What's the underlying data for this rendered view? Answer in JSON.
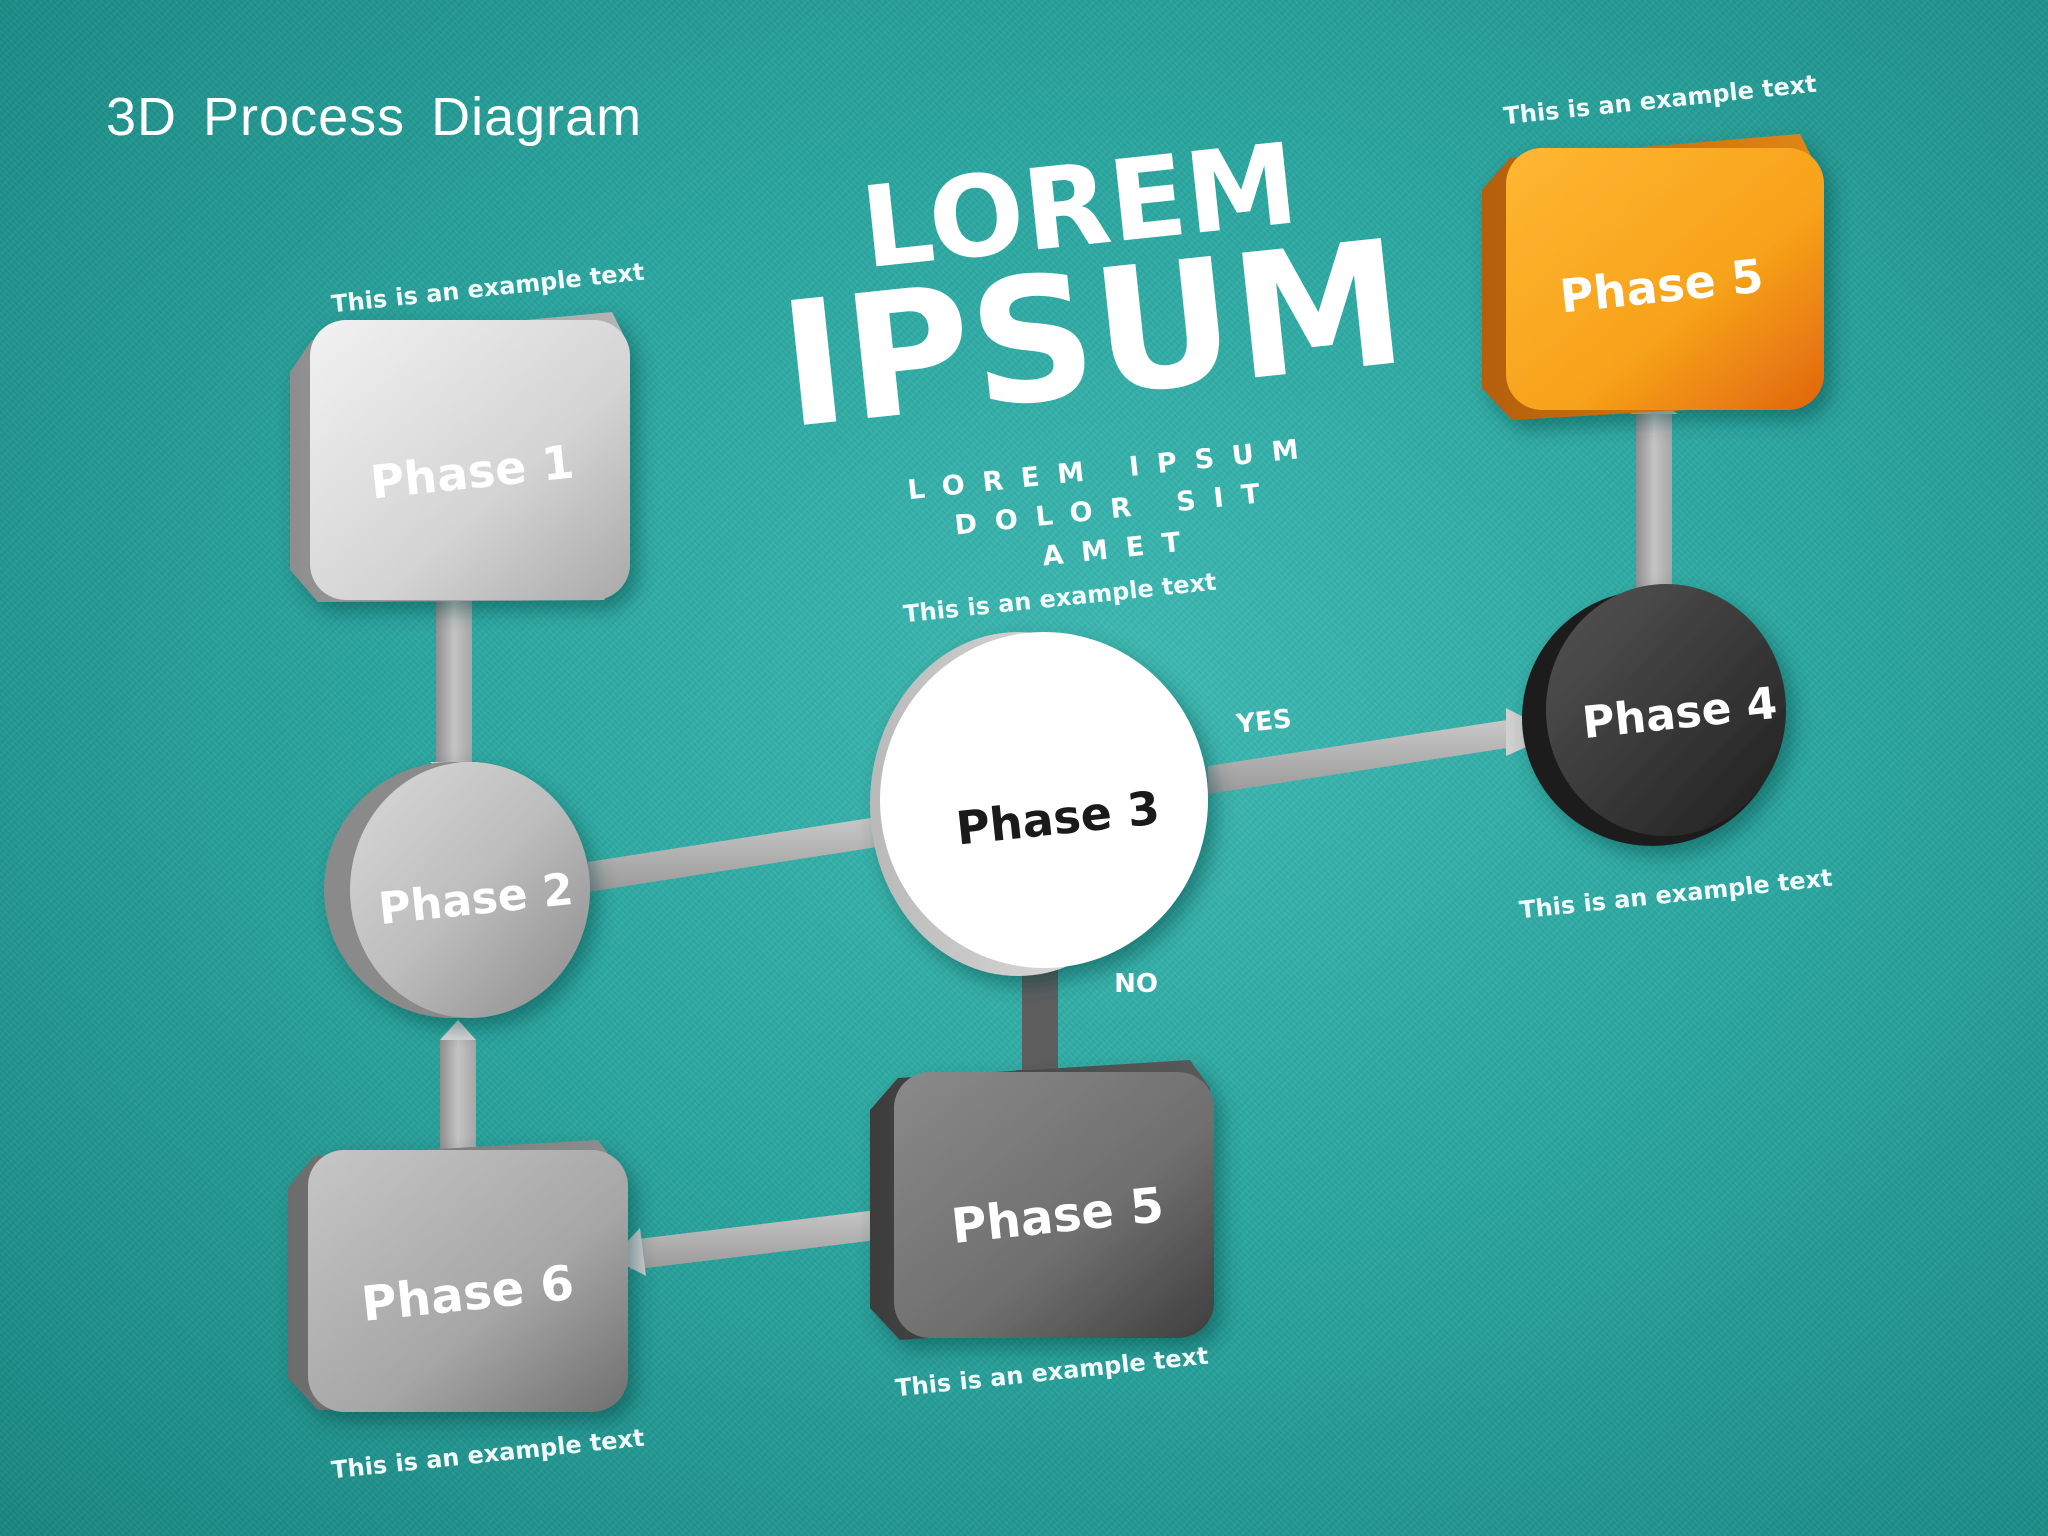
{
  "title": "3D  Process  Diagram",
  "headline": {
    "line1": "LOREM",
    "line2": "IPSUM",
    "tagline": [
      "LOREM IPSUM",
      "DOLOR SIT",
      "AMET"
    ]
  },
  "nodes": {
    "phase1": {
      "label": "Phase 1",
      "caption": "This is an example text",
      "shape": "rounded-box",
      "color": "#d8d8d8"
    },
    "phase2": {
      "label": "Phase 2",
      "shape": "cylinder",
      "color": "#bdbdbd"
    },
    "phase3": {
      "label": "Phase 3",
      "caption": "This is an example text",
      "shape": "cylinder",
      "color": "#ffffff"
    },
    "phase4": {
      "label": "Phase 4",
      "caption": "This is an example text",
      "shape": "cylinder",
      "color": "#3a3a3a"
    },
    "phase5_top": {
      "label": "Phase 5",
      "caption": "This is an example text",
      "shape": "rounded-box",
      "color": "#f7a21a"
    },
    "phase5_bottom": {
      "label": "Phase 5",
      "caption": "This is an example text",
      "shape": "rounded-box",
      "color": "#707070"
    },
    "phase6": {
      "label": "Phase 6",
      "caption": "This is an example text",
      "shape": "rounded-box",
      "color": "#a8a8a8"
    }
  },
  "branches": {
    "yes": "YES",
    "no": "NO"
  },
  "colors": {
    "background": "#2aa7a0",
    "connector": "#b8b8b8",
    "accent": "#f7a21a"
  }
}
